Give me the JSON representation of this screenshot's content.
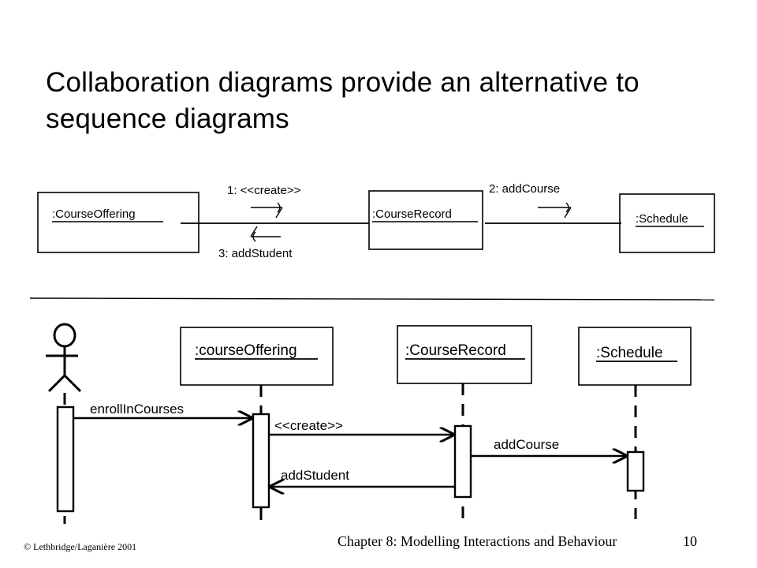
{
  "slide": {
    "title": "Collaboration diagrams provide an alternative to sequence diagrams"
  },
  "collaboration": {
    "objects": {
      "course_offering": ":CourseOffering",
      "course_record": ":CourseRecord",
      "schedule": ":Schedule"
    },
    "messages": {
      "create": "1: <<create>>",
      "add_course": "2: addCourse",
      "add_student": "3: addStudent"
    }
  },
  "sequence": {
    "objects": {
      "course_offering": ":courseOffering",
      "course_record": ":CourseRecord",
      "schedule": ":Schedule"
    },
    "messages": {
      "enroll": "enrollInCourses",
      "create": "<<create>>",
      "add_course": "addCourse",
      "add_student": "addStudent"
    }
  },
  "footer": {
    "copyright": "© Lethbridge/Laganière 2001",
    "chapter": "Chapter 8: Modelling Interactions and Behaviour",
    "page_number": "10"
  }
}
